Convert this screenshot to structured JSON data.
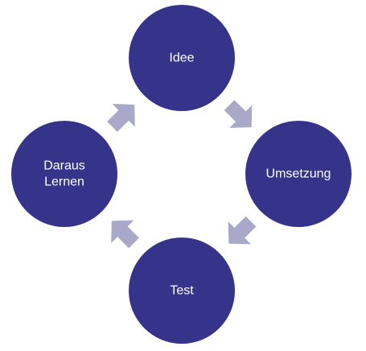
{
  "diagram": {
    "type": "cycle",
    "colors": {
      "node_fill": "#35348a",
      "arrow_fill": "#a9a8c8",
      "label_text": "#ffffff",
      "background": "#ffffff"
    },
    "nodes": [
      {
        "id": "idee",
        "lines": [
          "Idee"
        ]
      },
      {
        "id": "umsetzung",
        "lines": [
          "Umsetzung"
        ]
      },
      {
        "id": "test",
        "lines": [
          "Test"
        ]
      },
      {
        "id": "daraus-lernen",
        "lines": [
          "Daraus",
          "Lernen"
        ]
      }
    ],
    "edges": [
      {
        "from": "idee",
        "to": "umsetzung"
      },
      {
        "from": "umsetzung",
        "to": "test"
      },
      {
        "from": "test",
        "to": "daraus-lernen"
      },
      {
        "from": "daraus-lernen",
        "to": "idee"
      }
    ]
  }
}
